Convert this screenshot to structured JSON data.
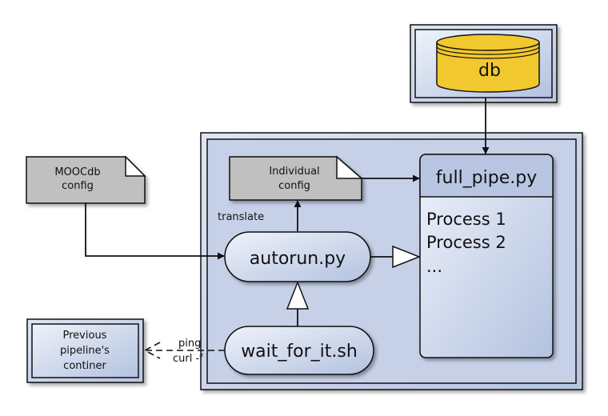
{
  "db": {
    "label": "db"
  },
  "moocdb_config": {
    "line1": "MOOCdb",
    "line2": "config"
  },
  "individual_config": {
    "line1": "Individual",
    "line2": "config"
  },
  "full_pipe": {
    "title": "full_pipe.py",
    "lines": [
      "Process 1",
      "Process 2",
      "..."
    ]
  },
  "autorun": {
    "label": "autorun.py"
  },
  "wait_for_it": {
    "label": "wait_for_it.sh"
  },
  "previous_container": {
    "line1": "Previous",
    "line2": "pipeline's",
    "line3": "continer"
  },
  "edges": {
    "translate": "translate",
    "ping": "ping",
    "curl": "curl -f"
  },
  "colors": {
    "container_fill": "#c9d3e8",
    "node_fill_light": "#eef2fa",
    "node_fill_dark": "#b3c2e0",
    "doc_fill": "#c0c0c0",
    "db_fill": "#f2c82f",
    "stroke": "#111111"
  }
}
